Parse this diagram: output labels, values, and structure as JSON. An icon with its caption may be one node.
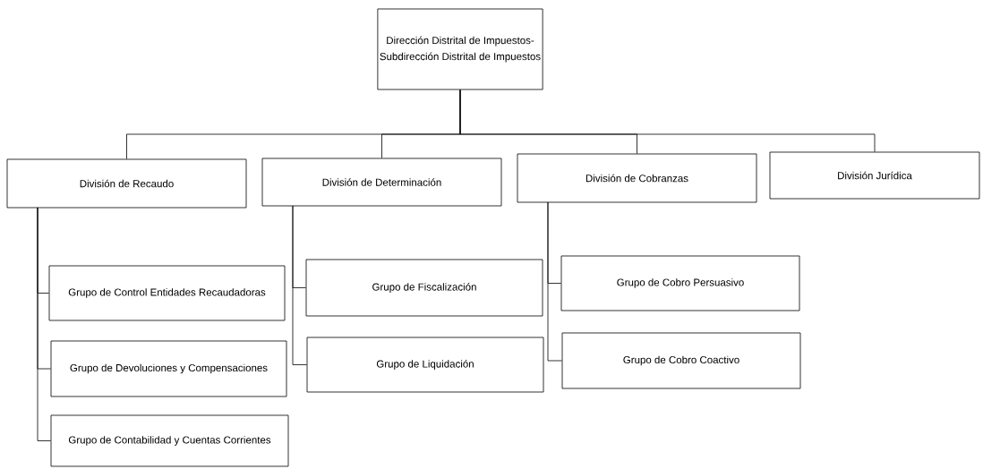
{
  "diagram": {
    "nodes": [
      {
        "text": [
          "Dirección Distrital de Impuestos-",
          "Subdirección Distrital de Impuestos"
        ]
      },
      {
        "text": [
          "División de Recaudo"
        ]
      },
      {
        "text": [
          "División de Determinación"
        ]
      },
      {
        "text": [
          "División de Cobranzas"
        ]
      },
      {
        "text": [
          "División Jurídica"
        ]
      },
      {
        "text": [
          "Grupo de Control Entidades Recaudadoras"
        ]
      },
      {
        "text": [
          "Grupo de Devoluciones y Compensaciones"
        ]
      },
      {
        "text": [
          "Grupo de Contabilidad y Cuentas Corrientes"
        ]
      },
      {
        "text": [
          "Grupo de Fiscalización"
        ]
      },
      {
        "text": [
          "Grupo de Liquidación"
        ]
      },
      {
        "text": [
          "Grupo de Cobro Persuasivo"
        ]
      },
      {
        "text": [
          "Grupo de Cobro Coactivo"
        ]
      }
    ],
    "edges": [
      {
        "from": 0,
        "to": 1,
        "arrow": "none"
      },
      {
        "from": 0,
        "to": 2,
        "arrow": "none"
      },
      {
        "from": 0,
        "to": 3,
        "arrow": "none"
      },
      {
        "from": 0,
        "to": 4,
        "arrow": "none"
      },
      {
        "from": 1,
        "to": 5,
        "arrow": "none"
      },
      {
        "from": 1,
        "to": 6,
        "arrow": "none"
      },
      {
        "from": 1,
        "to": 7,
        "arrow": "none"
      },
      {
        "from": 2,
        "to": 8,
        "arrow": "none"
      },
      {
        "from": 2,
        "to": 9,
        "arrow": "none"
      },
      {
        "from": 3,
        "to": 10,
        "arrow": "none"
      },
      {
        "from": 3,
        "to": 11,
        "arrow": "none"
      }
    ]
  }
}
